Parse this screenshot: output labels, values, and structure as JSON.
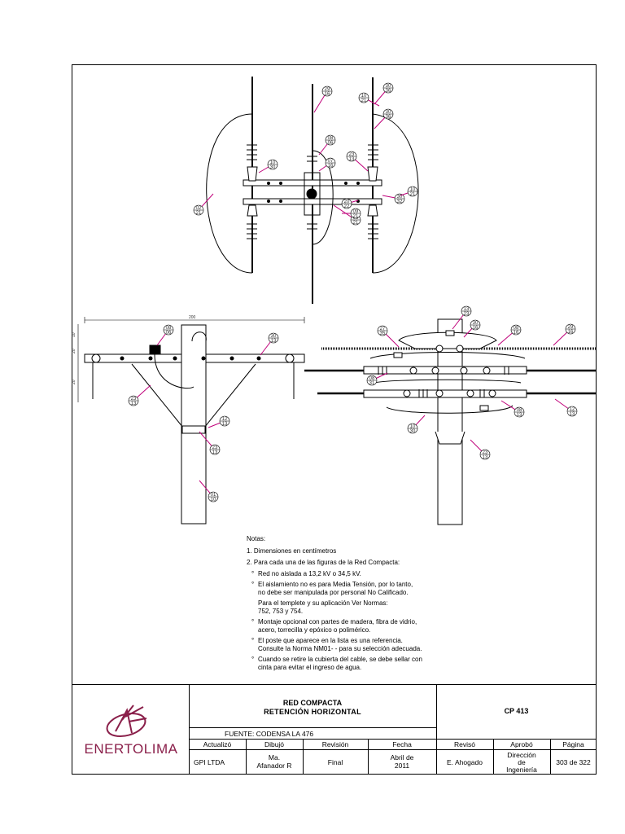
{
  "drawing_labels": {
    "top_dim": "200",
    "left_dims": [
      "10",
      "20",
      "20"
    ],
    "tags": [
      [
        "29",
        "16"
      ],
      [
        "30",
        "36"
      ],
      [
        "30",
        "36"
      ],
      [
        "08",
        "06"
      ],
      [
        "10",
        "30"
      ],
      [
        "23",
        "13"
      ],
      [
        "09",
        "21"
      ],
      [
        "30",
        "32"
      ],
      [
        "10",
        "21"
      ],
      [
        "02",
        "21"
      ],
      [
        "10",
        "21"
      ],
      [
        "20",
        "22"
      ],
      [
        "09",
        "21"
      ],
      [
        "07",
        "16"
      ],
      [
        "08",
        "06"
      ],
      [
        "30",
        "13"
      ],
      [
        "23",
        "13"
      ],
      [
        "12",
        "13"
      ],
      [
        "23",
        "13"
      ],
      [
        "01",
        "10"
      ],
      [
        "13",
        "23"
      ],
      [
        "30",
        "16"
      ],
      [
        "08",
        "16"
      ],
      [
        "29",
        "16"
      ],
      [
        "27",
        "35"
      ],
      [
        "08",
        "31"
      ],
      [
        "23",
        "13"
      ],
      [
        "10",
        "30"
      ],
      [
        "08",
        "13"
      ],
      [
        "12",
        "13"
      ]
    ]
  },
  "notes": {
    "title": "Notas:",
    "item1": "1.  Dimensiones en centímetros",
    "item2": "2.  Para cada una de las figuras de la  Red Compacta:",
    "bullets": [
      [
        "Red no aislada a 13,2 kV o 34,5 kV."
      ],
      [
        "El aislamiento no es para Media Tensión, por lo tanto,",
        "no debe ser manipulada por personal No Calificado."
      ],
      [
        "Para el templete y su aplicación Ver Normas:",
        "752, 753 y 754."
      ],
      [
        "Montaje opcional con partes de madera, fibra de vidrio,",
        "acero, torrecilla y epóxico o polimérico."
      ],
      [
        "El poste que aparece en la lista es una referencia.",
        "Consulte la Norma  NM01- - para su selección adecuada."
      ],
      [
        "Cuando se retire la cubierta del cable, se debe sellar con",
        "cinta para evitar el ingreso de agua."
      ]
    ]
  },
  "title_block": {
    "company": "ENERTOLIMA",
    "title_line1": "RED COMPACTA",
    "title_line2": "RETENCIÓN HORIZONTAL",
    "source": "FUENTE: CODENSA LA 476",
    "code": "CP 413",
    "headers": [
      "Actualizó",
      "Dibujó",
      "Revisión",
      "Fecha",
      "Revisó",
      "Aprobó",
      "Página"
    ],
    "values": {
      "actualizo": "GPI LTDA",
      "dibujo_1": "Ma.",
      "dibujo_2": "Afanador R",
      "revision": "Final",
      "fecha_1": "Abril de",
      "fecha_2": "2011",
      "reviso": "E. Ahogado",
      "aprobo_1": "Dirección",
      "aprobo_2": "de",
      "aprobo_3": "Ingeniería",
      "pagina": "303 de  322"
    }
  },
  "colors": {
    "logo": "#8a1f4a",
    "tag_leader": "#c0007a",
    "line": "#000000"
  }
}
